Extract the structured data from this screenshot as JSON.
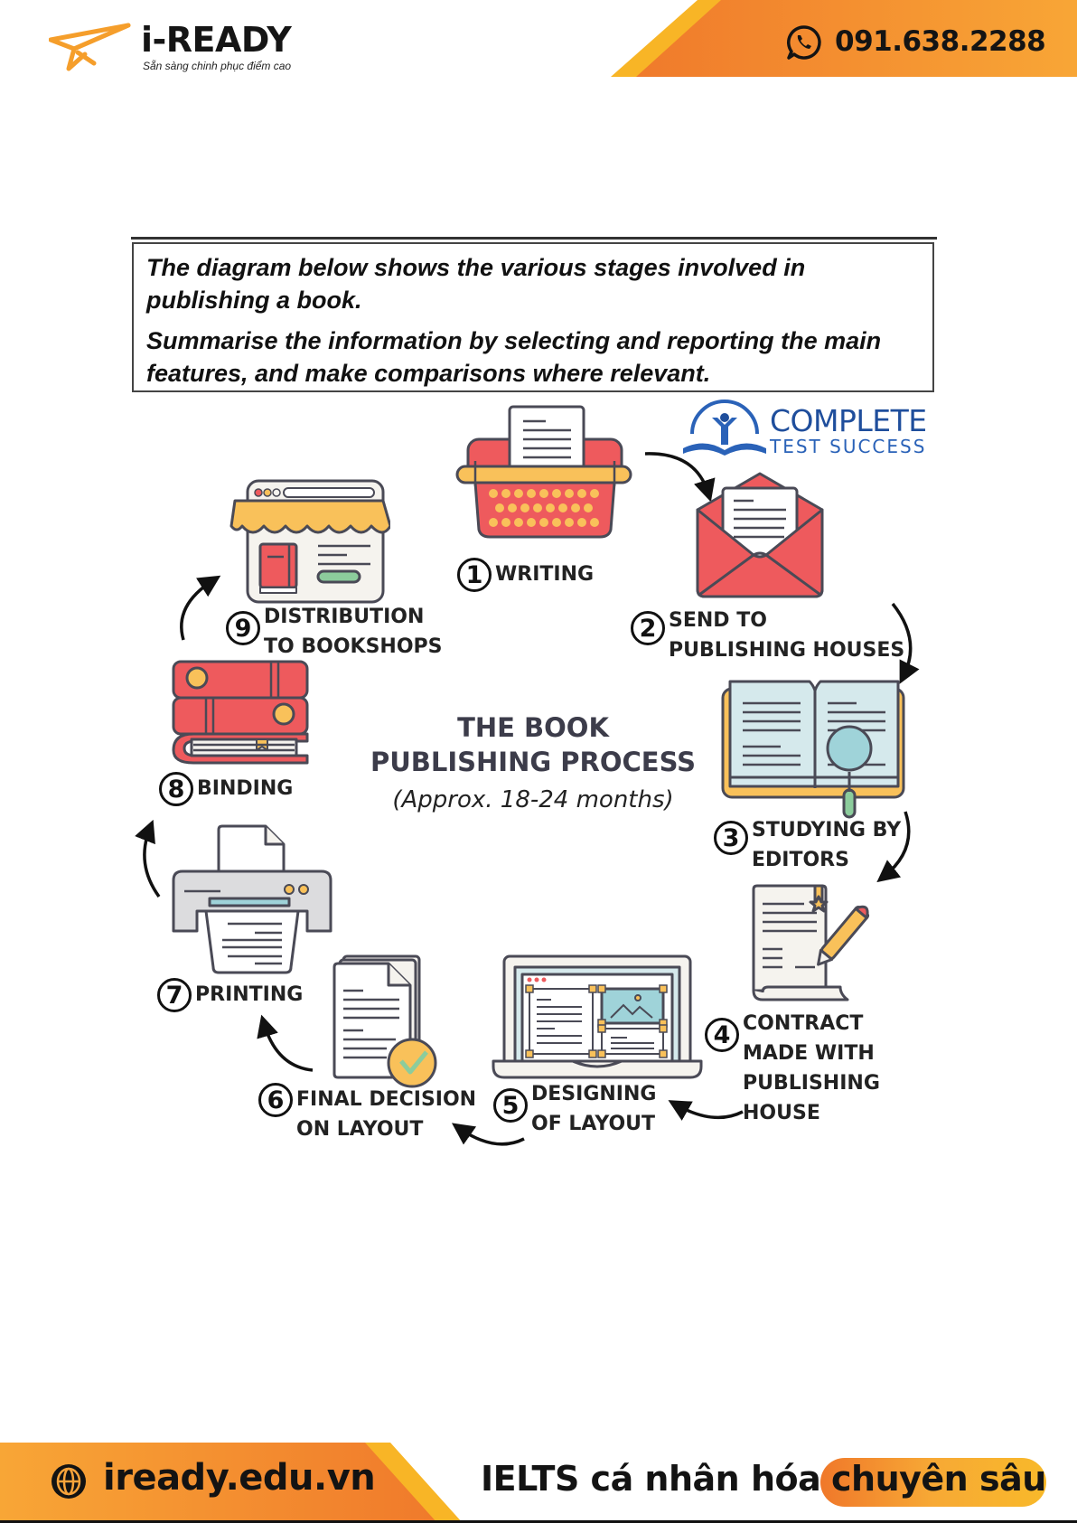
{
  "header": {
    "brand_name": "i-READY",
    "brand_tagline": "Sẵn sàng chinh phục điểm cao",
    "phone": "091.638.2288",
    "icons": [
      "paper-plane-logo-icon",
      "whatsapp-phone-icon"
    ]
  },
  "prompt": {
    "line1": "The diagram below shows the various stages involved in publishing a book.",
    "line2": "Summarise the information by selecting and reporting the main features, and make comparisons where relevant."
  },
  "watermark": {
    "line1": "COMPLETE",
    "line2": "TEST SUCCESS"
  },
  "diagram": {
    "title_line1": "THE BOOK",
    "title_line2": "PUBLISHING PROCESS",
    "duration": "(Approx. 18-24 months)",
    "stages": [
      {
        "number": "1",
        "label": "WRITING",
        "icon": "typewriter-icon"
      },
      {
        "number": "2",
        "label": "SEND TO\nPUBLISHING HOUSES",
        "icon": "envelope-letter-icon"
      },
      {
        "number": "3",
        "label": "STUDYING BY\nEDITORS",
        "icon": "open-book-magnifier-icon"
      },
      {
        "number": "4",
        "label": "CONTRACT\nMADE WITH\nPUBLISHING\nHOUSE",
        "icon": "contract-pen-icon"
      },
      {
        "number": "5",
        "label": "DESIGNING\nOF LAYOUT",
        "icon": "laptop-layout-icon"
      },
      {
        "number": "6",
        "label": "FINAL DECISION\nON LAYOUT",
        "icon": "document-check-icon"
      },
      {
        "number": "7",
        "label": "PRINTING",
        "icon": "printer-icon"
      },
      {
        "number": "8",
        "label": "BINDING",
        "icon": "book-stack-icon"
      },
      {
        "number": "9",
        "label": "DISTRIBUTION\nTO BOOKSHOPS",
        "icon": "online-shop-icon"
      }
    ],
    "colors": {
      "red": "#ee5a5d",
      "yellow": "#f9c15a",
      "outline": "#4a4a56",
      "paper": "#f5f3ee",
      "teal": "#9fd3d9",
      "green": "#8ccc9c"
    }
  },
  "footer": {
    "website": "iready.edu.vn",
    "slogan_plain": "IELTS cá nhân hóa",
    "slogan_highlight": "chuyên sâu"
  },
  "colors": {
    "orange": "#f28a2e",
    "amber": "#f8b526",
    "text": "#131313"
  }
}
